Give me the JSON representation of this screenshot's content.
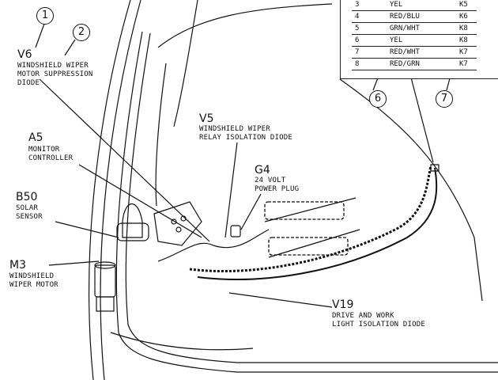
{
  "callouts": [
    "1",
    "2",
    "6",
    "7"
  ],
  "wire_table": {
    "rows": [
      {
        "pin": "3",
        "color": "YEL",
        "relay": "K5"
      },
      {
        "pin": "4",
        "color": "RED/BLU",
        "relay": "K6"
      },
      {
        "pin": "5",
        "color": "GRN/WHT",
        "relay": "K8"
      },
      {
        "pin": "6",
        "color": "YEL",
        "relay": "K8"
      },
      {
        "pin": "7",
        "color": "RED/WHT",
        "relay": "K7"
      },
      {
        "pin": "8",
        "color": "RED/GRN",
        "relay": "K7"
      }
    ]
  },
  "components": {
    "v6": {
      "code": "V6",
      "desc": [
        "WINDSHIELD WIPER",
        "MOTOR SUPPRESSION",
        "DIODE"
      ]
    },
    "v5": {
      "code": "V5",
      "desc": [
        "WINDSHIELD WIPER",
        "RELAY ISOLATION DIODE"
      ]
    },
    "a5": {
      "code": "A5",
      "desc": [
        "MONITOR",
        "CONTROLLER"
      ]
    },
    "g4": {
      "code": "G4",
      "desc": [
        "24 VOLT",
        "POWER PLUG"
      ]
    },
    "b50": {
      "code": "B50",
      "desc": [
        "SOLAR",
        "SENSOR"
      ]
    },
    "m3": {
      "code": "M3",
      "desc": [
        "WINDSHIELD",
        "WIPER MOTOR"
      ]
    },
    "v19": {
      "code": "V19",
      "desc": [
        "DRIVE AND WORK",
        "LIGHT ISOLATION DIODE"
      ]
    }
  }
}
